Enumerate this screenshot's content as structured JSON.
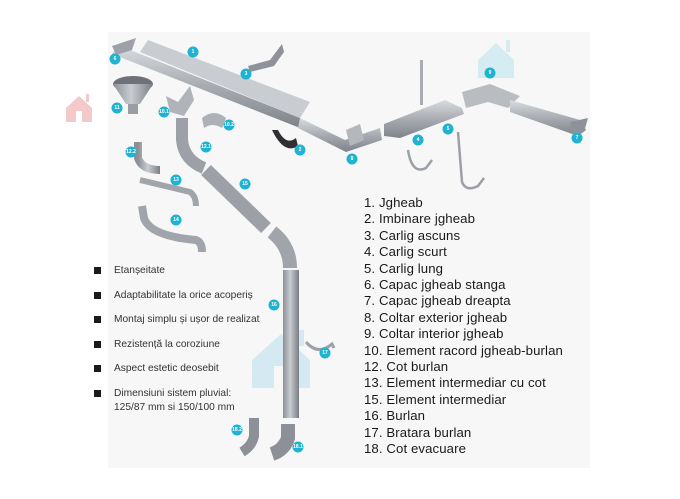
{
  "legend": {
    "items": [
      "1. Jgheab",
      "2. Imbinare jgheab",
      "3. Carlig ascuns",
      "4. Carlig scurt",
      "5. Carlig lung",
      "6. Capac jgheab stanga",
      "7. Capac jgheab dreapta",
      "8. Coltar exterior jgheab",
      "9. Coltar interior jgheab",
      "10. Element racord jgheab-burlan",
      "12. Cot burlan",
      "13. Element intermediar cu cot",
      "15. Element intermediar",
      "16. Burlan",
      "17. Bratara burlan",
      "18. Cot evacuare"
    ]
  },
  "features": {
    "items": [
      "Etanșeitate",
      "Adaptabilitate la orice acoperiș",
      "Montaj simplu și ușor de realizat",
      "Rezistență la coroziune",
      "Aspect estetic deosebit",
      "Dimensiuni sistem pluvial: 125/87 mm si 150/100 mm"
    ]
  },
  "badges": {
    "b1": "1",
    "b2": "2",
    "b3": "3",
    "b4": "4",
    "b5": "5",
    "b6": "6",
    "b7": "7",
    "b8": "8",
    "b9": "9",
    "b10_1": "10.1",
    "b10_2": "10.2",
    "b11": "11",
    "b12_1": "12.1",
    "b12_2": "12.2",
    "b13": "13",
    "b14": "14",
    "b15": "15",
    "b16": "16",
    "b17": "17",
    "b18_1": "18.1",
    "b18_2": "18.2"
  },
  "colors": {
    "badge": "#1fb3d2",
    "watermark_blue": "#bfe4ef",
    "watermark_red": "#f3c9cc",
    "metal": "#a9adb3"
  }
}
